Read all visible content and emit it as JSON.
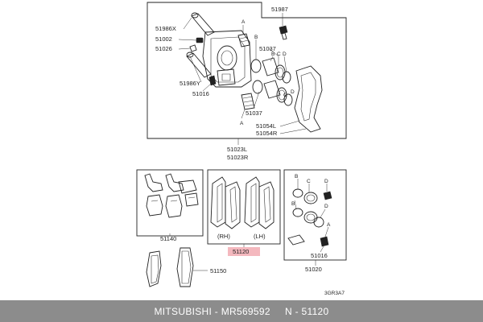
{
  "labels": {
    "p51986x": "51986X",
    "p51002": "51002",
    "p51026": "51026",
    "p51986y": "51986Y",
    "p51016a": "51016",
    "p51987": "51987",
    "p51037a": "51037",
    "p51037b": "51037",
    "p51054l": "51054L",
    "p51054r": "51054R",
    "p51023l": "51023L",
    "p51023r": "51023R",
    "p51140": "51140",
    "p51150": "51150",
    "p51120": "51120",
    "p51016b": "51016",
    "p51020": "51020",
    "rh": "(RH)",
    "lh": "(LH)",
    "diagram_code": "3GR3A7"
  },
  "callouts": {
    "A": "A",
    "B": "B",
    "C": "C",
    "D": "D"
  },
  "footer": {
    "text": "MITSUBISHI - MR569592     N - 51120"
  },
  "colors": {
    "highlight": "#f4b8be",
    "footer_bg": "#8c8c8c"
  }
}
